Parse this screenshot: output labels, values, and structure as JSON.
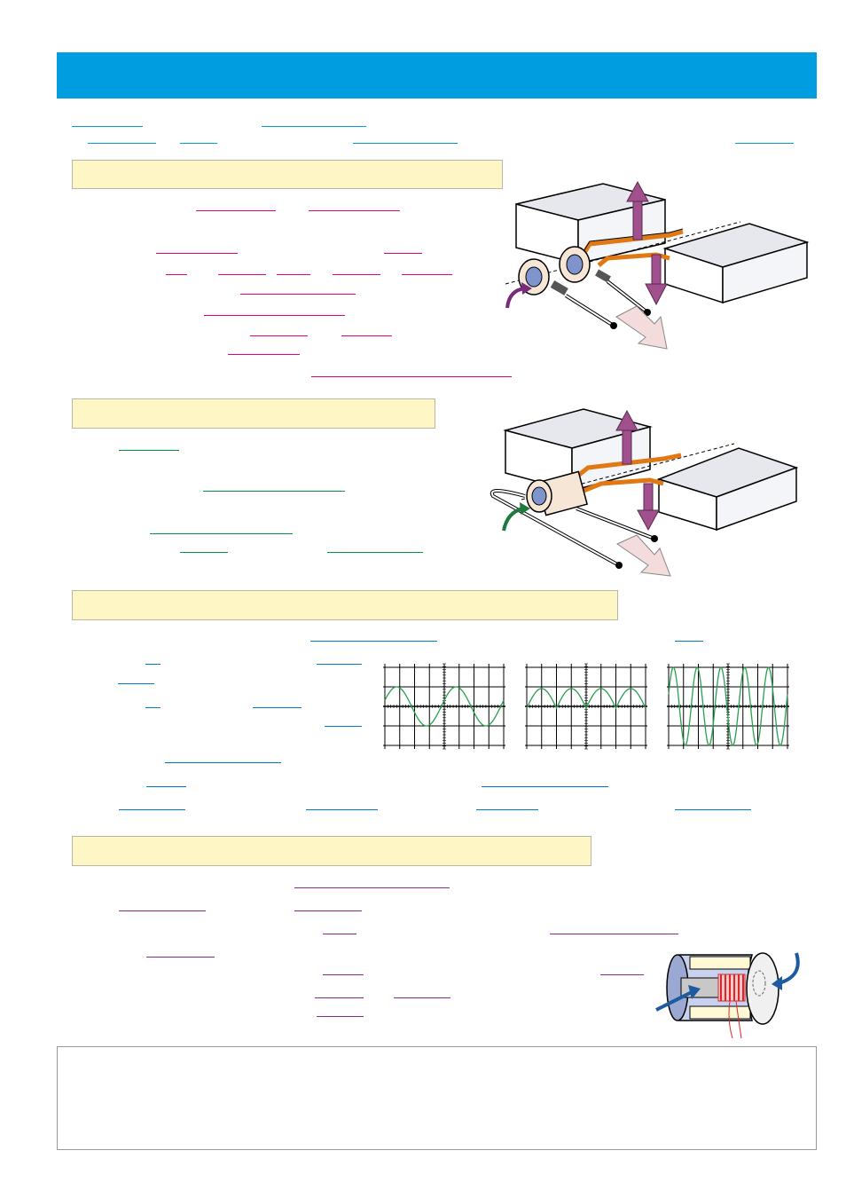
{
  "header": {
    "title": "",
    "color": "#009ee0"
  },
  "sections": [
    {
      "id": "s1",
      "title": "",
      "line_color": "#e6007e"
    },
    {
      "id": "s2",
      "title": "",
      "line_color": "#00963c"
    },
    {
      "id": "s3",
      "title": "",
      "line_color": "#0078c8"
    },
    {
      "id": "s4",
      "title": "",
      "line_color": "#8c2a8c"
    }
  ],
  "intro_line_color": "#009ee0",
  "figures": {
    "generator_slip_rings": {
      "arrow_up_color": "#a0508c",
      "arrow_out_color": "#f5dcdc",
      "coil_color": "#e07814"
    },
    "generator_commutator": {
      "arrow_up_color": "#a0508c",
      "arrow_out_color": "#f5dcdc",
      "coil_color": "#e07814"
    },
    "waveforms": [
      {
        "name": "ac-waveform",
        "cycles": 2,
        "amplitude": 0.5
      },
      {
        "name": "rectified-waveform",
        "cycles": 4,
        "amplitude": 0.5
      },
      {
        "name": "high-frequency-waveform",
        "cycles": 5,
        "amplitude": 1
      }
    ],
    "waveform_color": "#28a050",
    "speaker": {
      "body_color": "#c8d2ee",
      "coil_color": "#dc2828",
      "arrow_color": "#1e5aa0"
    }
  },
  "notes": {
    "text": ""
  }
}
